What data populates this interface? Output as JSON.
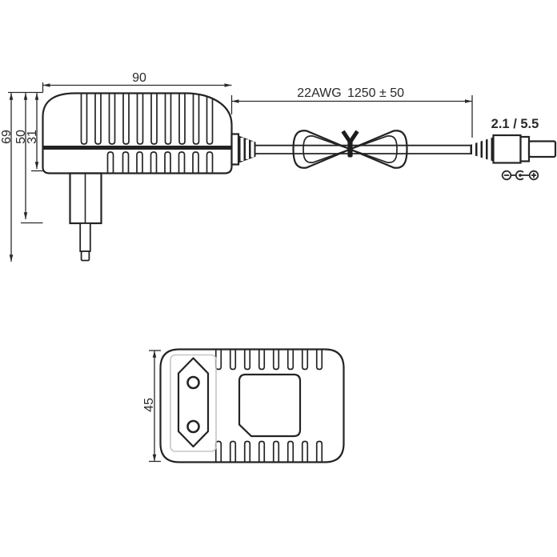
{
  "drawing": {
    "side_view": {
      "width": "90",
      "overall_height": "69",
      "height_to_plug_base": "50",
      "body_height": "31"
    },
    "cable": {
      "gauge": "22AWG",
      "length": "1250 ± 50"
    },
    "plug": {
      "size": "2.1 / 5.5"
    },
    "front_view": {
      "height": "45"
    },
    "icons": {
      "polarity": "center-positive-polarity"
    },
    "colors": {
      "line": "#2a2a2a",
      "frame_gray": "#c6c6c6",
      "background": "#ffffff"
    }
  }
}
